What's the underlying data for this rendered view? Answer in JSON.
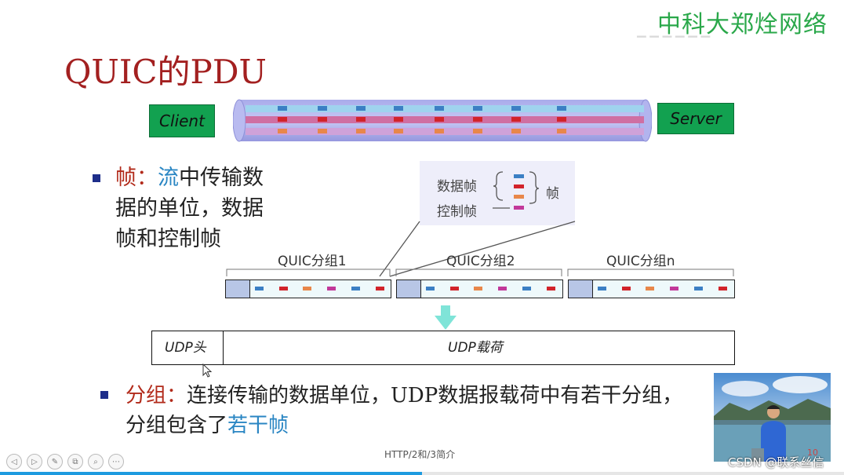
{
  "brand": "中科大郑烇网络",
  "title": "QUIC的PDU",
  "client_label": "Client",
  "server_label": "Server",
  "frame_bullet": {
    "term": "帧：",
    "highlight": "流",
    "line1_rest": "中传输数",
    "line2": "据的单位，数据",
    "line3": "帧和控制帧"
  },
  "legend": {
    "data_frame": "数据帧",
    "control_frame": "控制帧",
    "frame": "帧"
  },
  "packets": [
    {
      "label": "QUIC分组1"
    },
    {
      "label": "QUIC分组2"
    },
    {
      "label": "QUIC分组n"
    }
  ],
  "udp": {
    "header": "UDP头",
    "payload": "UDP载荷"
  },
  "packet_bullet": {
    "term": "分组：",
    "line1_rest": "连接传输的数据单位，UDP数据报载荷中有若干分组，",
    "line2_prefix": "分组包含了",
    "line2_highlight": "若干帧"
  },
  "footer": "HTTP/2和/3简介",
  "watermark": "CSDN @联系丝信",
  "page_number": "10",
  "playback_progress": 0.5,
  "colors": {
    "title": "#a32020",
    "brand": "#2aa84a",
    "endpoint": "#12a150",
    "marker_blue": "#3b7fc4",
    "marker_red": "#d2232a",
    "marker_orange": "#e8874a",
    "marker_magenta": "#c2389a"
  },
  "controls": [
    "prev-icon",
    "next-icon",
    "pen-icon",
    "copy-icon",
    "zoom-icon",
    "more-icon"
  ]
}
